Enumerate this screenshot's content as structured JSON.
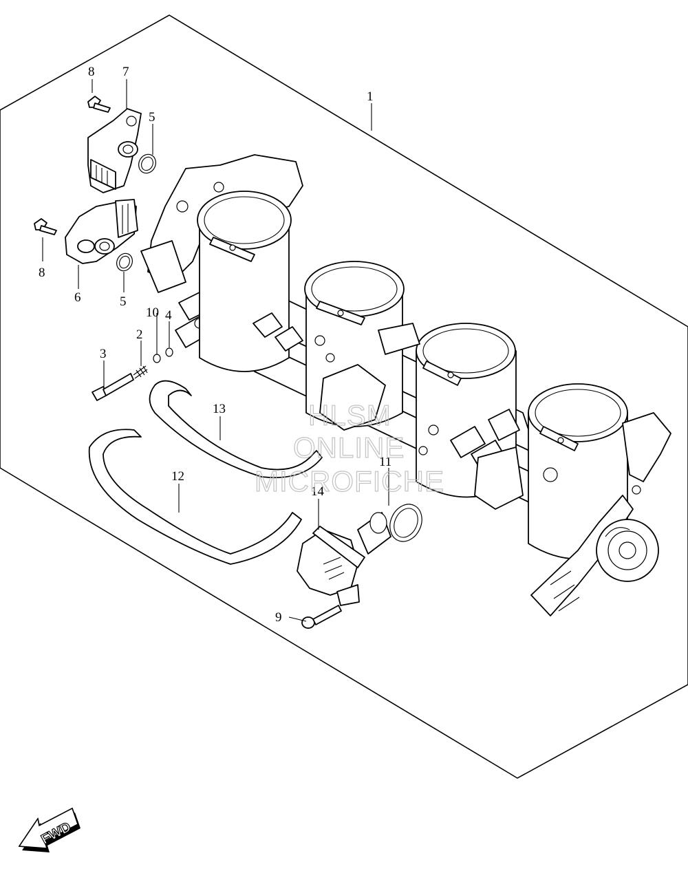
{
  "diagram": {
    "callouts": [
      "1",
      "2",
      "3",
      "4",
      "5",
      "5",
      "6",
      "7",
      "8",
      "8",
      "9",
      "10",
      "11",
      "12",
      "13",
      "14"
    ],
    "fwd_label": "FWD",
    "watermark": {
      "line1": "HLSM",
      "line2": "ONLINE",
      "line3": "MICROFICHE"
    }
  }
}
